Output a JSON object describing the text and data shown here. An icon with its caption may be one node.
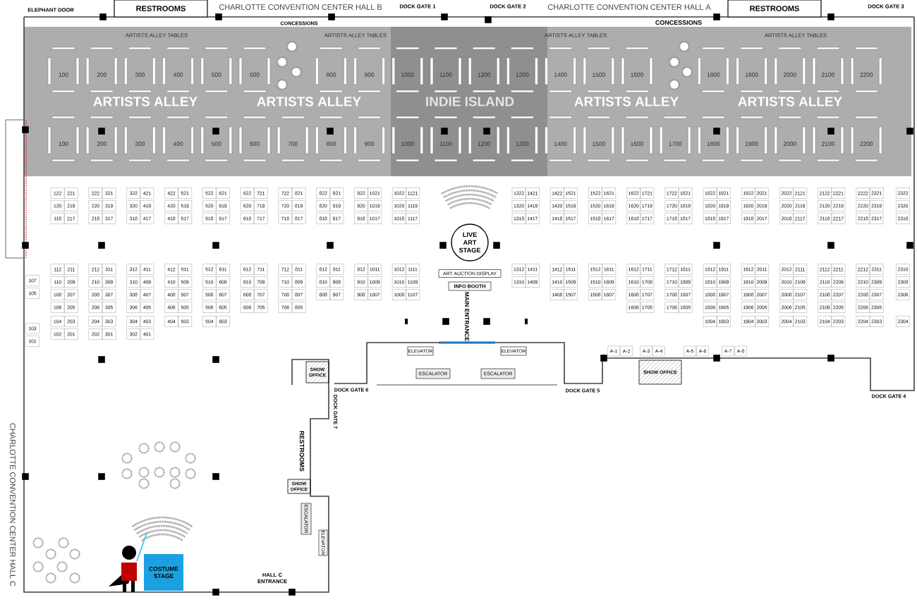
{
  "diagram": {
    "nodes": [
      {
        "text": [
          "RESTROOMS"
        ]
      },
      {
        "text": [
          "RESTROOMS"
        ]
      },
      {
        "text": [
          "LIVE ART STAGE"
        ]
      },
      {
        "text": [
          "ART AUCTION DISPLAY"
        ]
      },
      {
        "text": [
          "INFO BOOTH"
        ]
      },
      {
        "text": [
          "ELEVATOR"
        ]
      },
      {
        "text": [
          "ELEVATOR"
        ]
      },
      {
        "text": [
          "ESCALATOR"
        ]
      },
      {
        "text": [
          "ESCALATOR"
        ]
      },
      {
        "text": [
          "SHOW OFFICE"
        ]
      },
      {
        "text": [
          "SHOW OFFICE"
        ]
      },
      {
        "text": [
          "SHOW OFFICE"
        ]
      },
      {
        "text": [
          "ESCALATOR"
        ]
      },
      {
        "text": [
          "ELEVATOR"
        ]
      },
      {
        "text": [
          "COSTUME STAGE"
        ]
      }
    ],
    "labels": [
      "ELEPHANT DOOR",
      "CHARLOTTE CONVENTION CENTER HALL B",
      "DOCK GATE 1",
      "DOCK GATE 2",
      "CHARLOTTE CONVENTION CENTER HALL A",
      "DOCK GATE 3",
      "CONCESSIONS",
      "CONCESSIONS",
      "ARTISTS ALLEY TABLES",
      "ARTISTS ALLEY TABLES",
      "ARTISTS ALLEY TABLES",
      "ARTISTS ALLEY TABLES",
      "100",
      "200",
      "300",
      "400",
      "500",
      "600",
      "800",
      "900",
      "1000",
      "1100",
      "1200",
      "1300",
      "1400",
      "1500",
      "1600",
      "1800",
      "1900",
      "2000",
      "2100",
      "2200",
      "ARTISTS ALLEY",
      "ARTISTS ALLEY",
      "INDIE ISLAND",
      "ARTISTS ALLEY",
      "ARTISTS ALLEY",
      "100",
      "200",
      "300",
      "400",
      "500",
      "600",
      "700",
      "800",
      "900",
      "1000",
      "1100",
      "1200",
      "1300",
      "1400",
      "1500",
      "1600",
      "1700",
      "1800",
      "1900",
      "2000",
      "2100",
      "2200",
      "122",
      "221",
      "222",
      "321",
      "322",
      "421",
      "422",
      "521",
      "522",
      "621",
      "622",
      "721",
      "722",
      "821",
      "822",
      "921",
      "922",
      "1021",
      "1022",
      "1121",
      "1322",
      "1421",
      "1422",
      "1521",
      "1522",
      "1621",
      "1622",
      "1721",
      "1722",
      "1821",
      "1822",
      "1921",
      "1922",
      "2021",
      "2022",
      "2121",
      "2122",
      "2221",
      "2222",
      "2321",
      "2322",
      "120",
      "219",
      "220",
      "319",
      "320",
      "419",
      "420",
      "519",
      "520",
      "619",
      "620",
      "719",
      "720",
      "819",
      "820",
      "919",
      "920",
      "1019",
      "1020",
      "1119",
      "1320",
      "1419",
      "1420",
      "1519",
      "1520",
      "1619",
      "1620",
      "1719",
      "1720",
      "1819",
      "1820",
      "1919",
      "1920",
      "2019",
      "2020",
      "2119",
      "2120",
      "2219",
      "2220",
      "2319",
      "2320",
      "118",
      "217",
      "218",
      "317",
      "318",
      "417",
      "418",
      "517",
      "518",
      "617",
      "618",
      "717",
      "718",
      "817",
      "818",
      "917",
      "918",
      "1017",
      "1018",
      "1117",
      "1318",
      "1417",
      "1418",
      "1517",
      "1518",
      "1617",
      "1618",
      "1717",
      "1718",
      "1817",
      "1818",
      "1917",
      "1918",
      "2017",
      "2018",
      "2117",
      "2118",
      "2217",
      "2218",
      "2317",
      "2318",
      "112",
      "211",
      "212",
      "311",
      "312",
      "411",
      "412",
      "511",
      "512",
      "611",
      "612",
      "711",
      "712",
      "811",
      "812",
      "911",
      "912",
      "1011",
      "1012",
      "1111",
      "1312",
      "1411",
      "1412",
      "1511",
      "1512",
      "1611",
      "1612",
      "1711",
      "1712",
      "1811",
      "1812",
      "1911",
      "1912",
      "2011",
      "2012",
      "2111",
      "2112",
      "2211",
      "2212",
      "2311",
      "2310",
      "110",
      "209",
      "210",
      "309",
      "310",
      "409",
      "410",
      "509",
      "510",
      "609",
      "610",
      "709",
      "710",
      "809",
      "810",
      "909",
      "910",
      "1009",
      "1010",
      "1109",
      "1310",
      "1409",
      "1410",
      "1509",
      "1510",
      "1609",
      "1610",
      "1709",
      "1710",
      "1809",
      "1810",
      "1909",
      "1910",
      "2009",
      "2010",
      "2109",
      "2110",
      "2209",
      "2210",
      "2309",
      "2308",
      "108",
      "207",
      "208",
      "307",
      "308",
      "407",
      "408",
      "507",
      "508",
      "607",
      "608",
      "707",
      "708",
      "807",
      "808",
      "907",
      "908",
      "1007",
      "1008",
      "1107",
      "1408",
      "1507",
      "1508",
      "1607",
      "1608",
      "1707",
      "1708",
      "1807",
      "1808",
      "1907",
      "1908",
      "2007",
      "2008",
      "2107",
      "2108",
      "2207",
      "2208",
      "2307",
      "2306",
      "106",
      "205",
      "206",
      "305",
      "306",
      "405",
      "406",
      "505",
      "506",
      "605",
      "606",
      "705",
      "706",
      "805",
      "1606",
      "1705",
      "1706",
      "1805",
      "1806",
      "1905",
      "1906",
      "2005",
      "2006",
      "2105",
      "2106",
      "2205",
      "2206",
      "2305",
      "104",
      "203",
      "204",
      "303",
      "304",
      "403",
      "404",
      "503",
      "504",
      "603",
      "1804",
      "1903",
      "1904",
      "2003",
      "2004",
      "2103",
      "2104",
      "2203",
      "2204",
      "2303",
      "2304",
      "102",
      "201",
      "202",
      "301",
      "302",
      "401",
      "107",
      "105",
      "103",
      "101",
      "A-1",
      "A-2",
      "A-3",
      "A-4",
      "A-5",
      "A-6",
      "A-7",
      "A-8",
      "MAIN ENTRANCE",
      "DOCK GATE 6",
      "DOCK GATE 7",
      "DOCK GATE 5",
      "DOCK GATE 4",
      "RESTROOMS",
      "CHARLOTTE CONVENTION CENTER HALL C",
      "HALL C ENTRANCE"
    ]
  }
}
